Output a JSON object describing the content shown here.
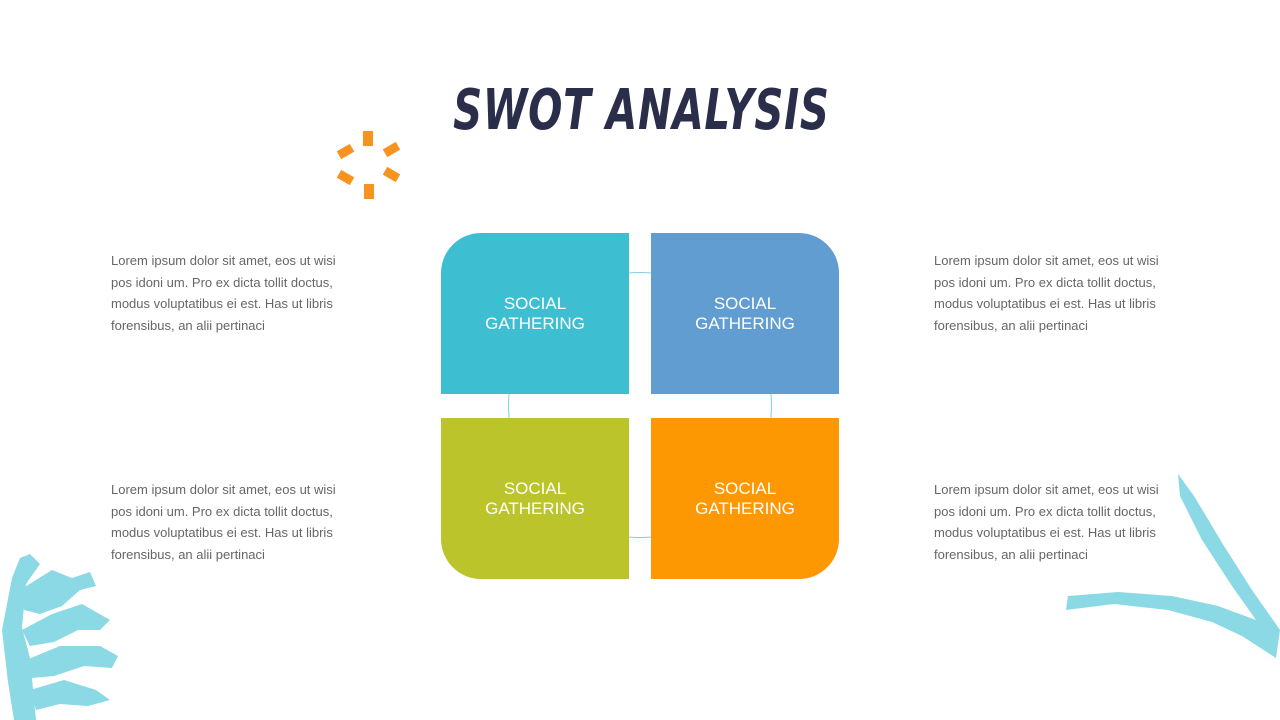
{
  "slide": {
    "title": "SWOT ANALYSIS"
  },
  "quadrants": [
    {
      "label": "SOCIAL GATHERING",
      "color": "#3ebfd1"
    },
    {
      "label": "SOCIAL GATHERING",
      "color": "#619dd0"
    },
    {
      "label": "SOCIAL GATHERING",
      "color": "#bbc42a"
    },
    {
      "label": "SOCIAL GATHERING",
      "color": "#fd9702"
    }
  ],
  "paragraphs": {
    "top_left": "Lorem ipsum dolor sit amet, eos ut wisi pos idoni um. Pro ex dicta tollit doctus, modus voluptatibus ei est. Has ut libris forensibus, an alii pertinaci",
    "top_right": "Lorem ipsum dolor sit amet, eos ut wisi pos idoni um. Pro ex dicta tollit doctus, modus voluptatibus ei est. Has ut libris forensibus, an alii pertinaci",
    "bottom_left": "Lorem ipsum dolor sit amet, eos ut wisi pos idoni um. Pro ex dicta tollit doctus, modus voluptatibus ei est. Has ut libris forensibus, an alii pertinaci",
    "bottom_right": "Lorem ipsum dolor sit amet, eos ut wisi pos idoni um. Pro ex dicta tollit doctus, modus voluptatibus ei est. Has ut libris forensibus, an alii pertinaci"
  },
  "decorations": {
    "sun_icon": "sun-burst-icon",
    "leaf_icon": "leaf-icon",
    "arrow_icon": "arrow-icon",
    "accent_orange": "#f7931e",
    "accent_cyan": "#8ad9e4",
    "title_color": "#2b2e4a"
  }
}
